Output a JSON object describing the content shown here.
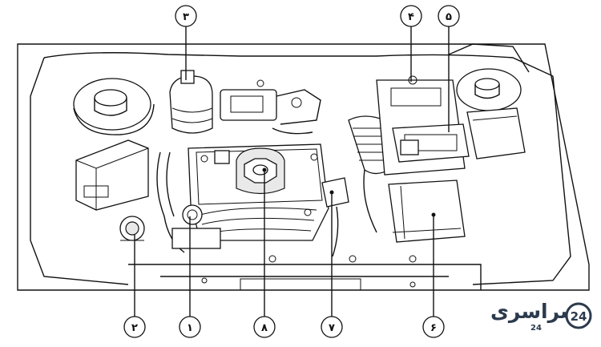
{
  "diagram": {
    "callouts": [
      {
        "id": "c1",
        "label": "۱"
      },
      {
        "id": "c2",
        "label": "۲"
      },
      {
        "id": "c3",
        "label": "۳"
      },
      {
        "id": "c4",
        "label": "۴"
      },
      {
        "id": "c5",
        "label": "۵"
      },
      {
        "id": "c6",
        "label": "۶"
      },
      {
        "id": "c7",
        "label": "۷"
      },
      {
        "id": "c8",
        "label": "۸"
      }
    ]
  },
  "watermark": {
    "text": "سراسری",
    "sub": "24",
    "badge": "24"
  }
}
